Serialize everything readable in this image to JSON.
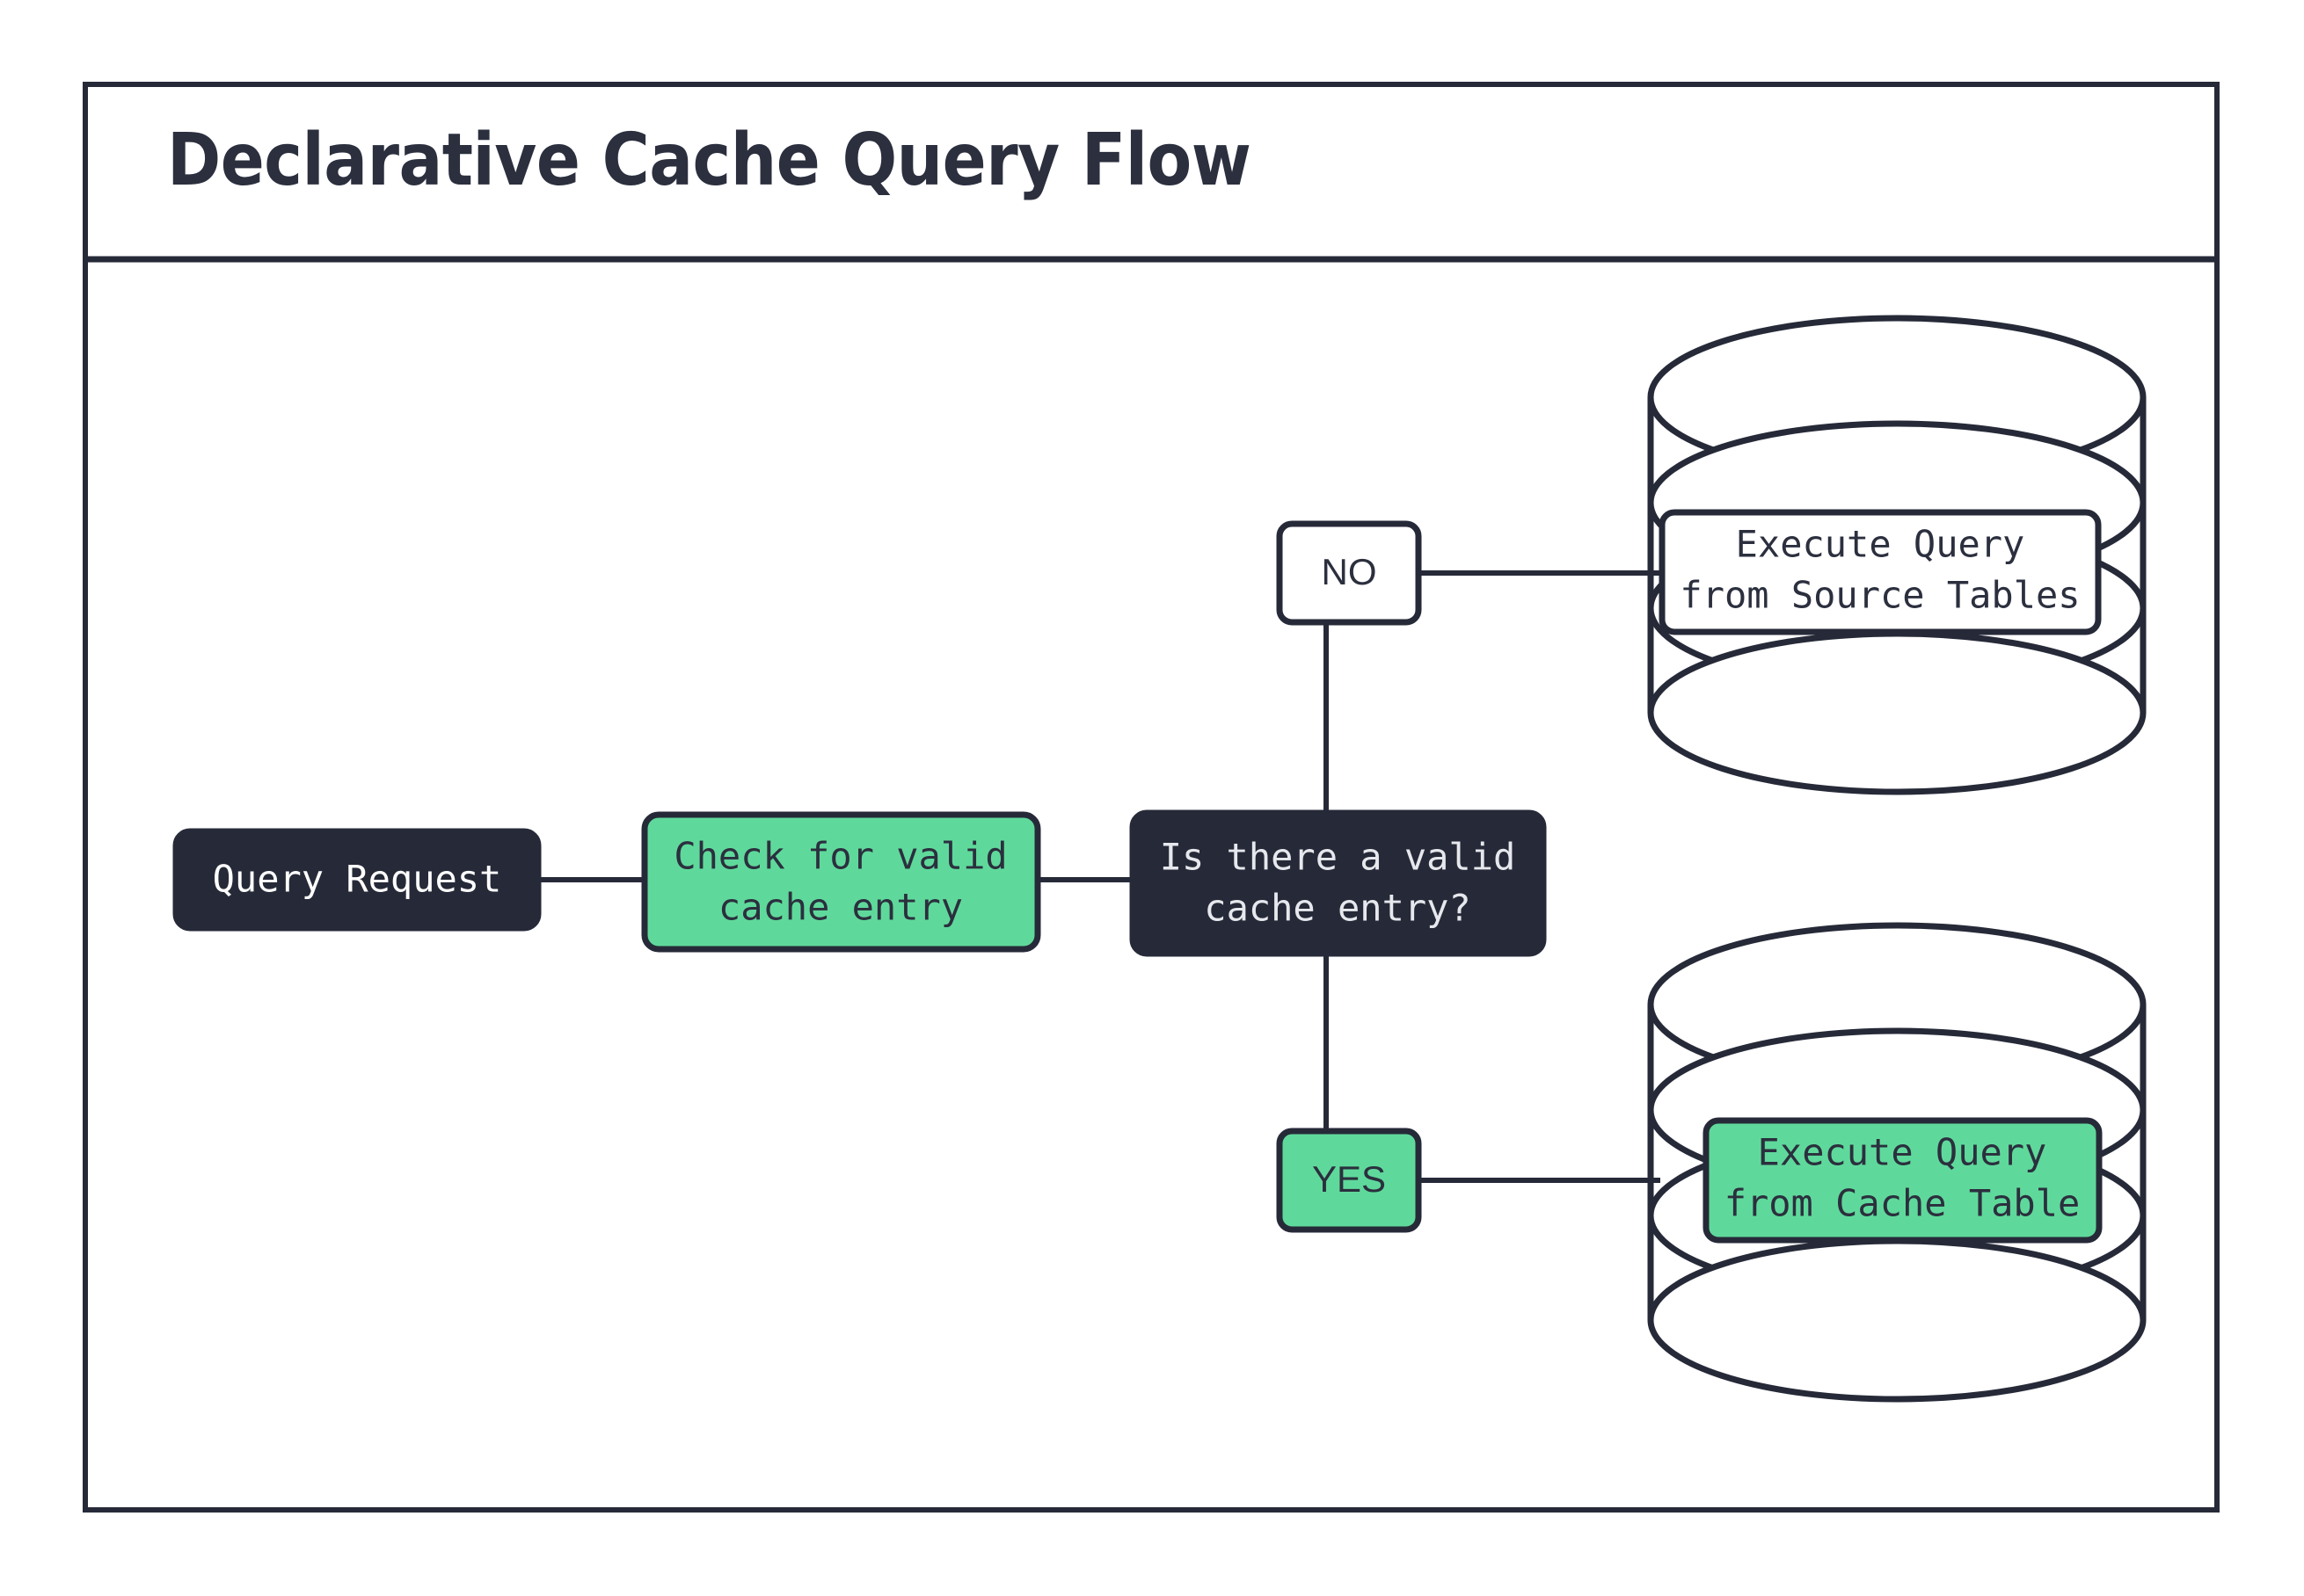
{
  "diagram": {
    "title": "Declarative Cache Query Flow",
    "colors": {
      "ink": "#262a38",
      "accent_green": "#5fd99b",
      "dark_node": "#262a38",
      "canvas": "#ffffff",
      "light_text": "#e6e8ed"
    },
    "nodes": {
      "query_request": {
        "label": "Query Request",
        "style": "dark"
      },
      "check_cache": {
        "label_line1": "Check for valid",
        "label_line2": "cache entry",
        "style": "green"
      },
      "decision": {
        "label_line1": "Is there a valid",
        "label_line2": "cache entry?",
        "style": "dark"
      },
      "source_db_label": {
        "label_line1": "Execute Query",
        "label_line2": "from Source Tables",
        "style": "white"
      },
      "cache_db_label": {
        "label_line1": "Execute Query",
        "label_line2": "from Cache Table",
        "style": "green"
      }
    },
    "edge_labels": {
      "no": {
        "label": "NO",
        "style": "white"
      },
      "yes": {
        "label": "YES",
        "style": "green"
      }
    },
    "icons": {
      "source_database": "database-cylinder-icon",
      "cache_database": "database-cylinder-icon"
    }
  }
}
